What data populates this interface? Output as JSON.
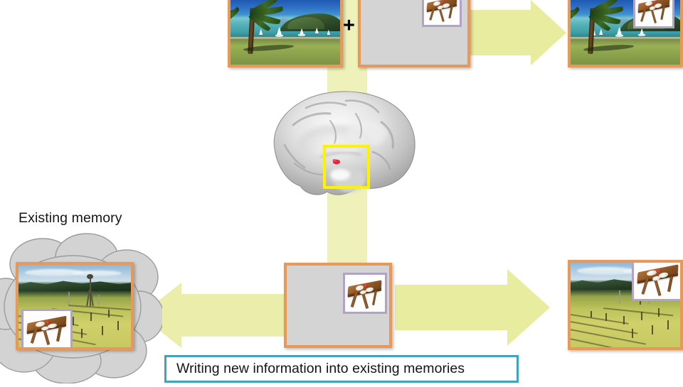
{
  "diagram": {
    "title": "Writing new information into existing memories",
    "caption": {
      "text": "Writing new information into existing memories",
      "border_color": "#3FA3BE"
    },
    "labels": {
      "existing_memory": "Existing memory",
      "plus_operator": "+"
    },
    "colors": {
      "arrow_fill": "#E8EC9E",
      "arrow_band_translucent": "#E8EC9E",
      "photo_frame": "#E8995A",
      "thumb_border": "#B2A2C7",
      "gray_panel": "#D4D4D4",
      "cloud_fill": "#D3D3D3",
      "cloud_outline": "#9A9A9A",
      "caption_border": "#3FA3BE",
      "brain_highlight_box": "#FFF200",
      "brain_activation": "#E8253A",
      "text": "#161616"
    },
    "nodes": {
      "top_left_photo": {
        "name": "beach-bay-scene-photo",
        "scene": "beach",
        "has_table_overlay": false
      },
      "top_center_panel": {
        "name": "gray-occluder-panel-with-table",
        "scene": "gray",
        "has_table_overlay": true
      },
      "top_right_photo": {
        "name": "beach-bay-scene-with-table-overlay",
        "scene": "beach",
        "has_table_overlay": true
      },
      "brain": {
        "name": "sagittal-brain-mri",
        "view": "sagittal",
        "highlight_region": "hippocampus",
        "activation_color": "#E8253A"
      },
      "bottom_left_cloud": {
        "name": "existing-memory-cloud",
        "scene": "vineyard",
        "has_table_overlay": true
      },
      "bottom_center_panel": {
        "name": "gray-occluder-panel-with-table",
        "scene": "gray",
        "has_table_overlay": true
      },
      "bottom_right_photo": {
        "name": "vineyard-scene-with-table-overlay",
        "scene": "vineyard",
        "has_table_overlay": true
      }
    },
    "arrows": [
      {
        "name": "top-right-arrow",
        "direction": "right"
      },
      {
        "name": "vertical-encoding-band",
        "direction": "down"
      },
      {
        "name": "bottom-left-arrow",
        "direction": "left"
      },
      {
        "name": "bottom-right-arrow",
        "direction": "right"
      }
    ]
  }
}
